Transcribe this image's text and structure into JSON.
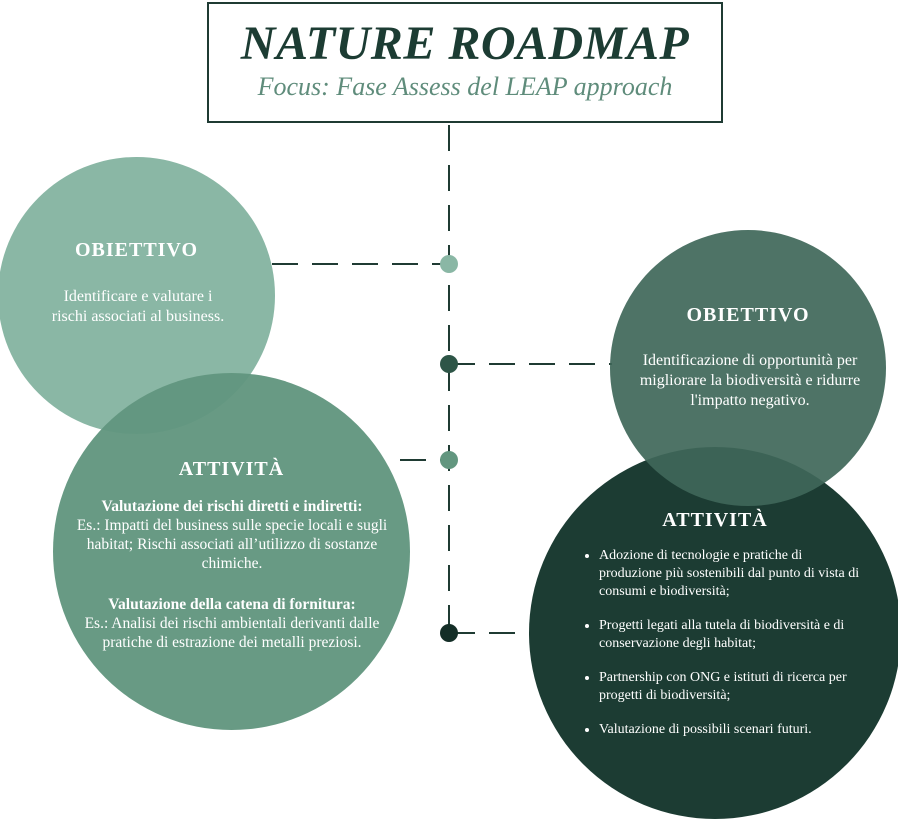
{
  "header": {
    "title": "NATURE ROADMAP",
    "subtitle": "Focus: Fase Assess del LEAP approach"
  },
  "left": {
    "objective": {
      "heading": "OBIETTIVO",
      "text": "Identificare e valutare i rischi associati al business."
    },
    "activities": {
      "heading": "ATTIVITÀ",
      "groups": [
        {
          "title": "Valutazione dei rischi diretti e indiretti:",
          "text": "Es.: Impatti del business sulle specie locali e sugli habitat; Rischi associati all’utilizzo di sostanze chimiche."
        },
        {
          "title": "Valutazione della catena di fornitura:",
          "text": "Es.: Analisi dei rischi ambientali derivanti dalle pratiche di estrazione dei metalli preziosi."
        }
      ]
    }
  },
  "right": {
    "objective": {
      "heading": "OBIETTIVO",
      "text": "Identificazione di opportunità per migliorare la biodiversità e ridurre l'impatto negativo."
    },
    "activities": {
      "heading": "ATTIVITÀ",
      "items": [
        "Adozione di tecnologie e pratiche di produzione più sostenibili dal punto di vista di consumi e biodiversità;",
        "Progetti legati alla tutela di biodiversità e di conservazione degli habitat;",
        "Partnership con ONG e istituti di ricerca per progetti di biodiversità;",
        "Valutazione di possibili scenari futuri."
      ]
    }
  },
  "colors": {
    "dark_green": "#1c3c33",
    "mid_green": "#3f6759",
    "sage": "#62967f",
    "light_sage": "#8ab7a5"
  }
}
